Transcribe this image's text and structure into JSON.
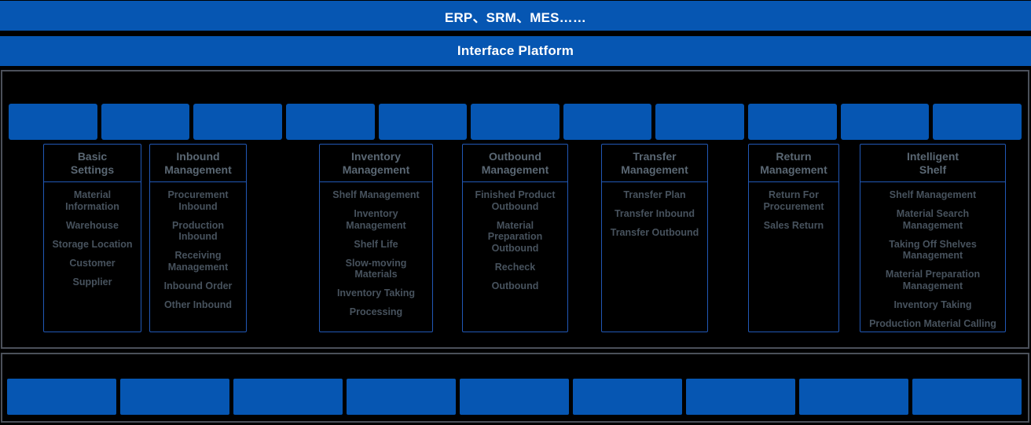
{
  "colors": {
    "background": "#000000",
    "box_blue": "#0656B2",
    "bar_text": "#FFFFFF",
    "card_border": "#2158B6",
    "panel_border": "#4B505A",
    "card_title_text": "#5A6773",
    "card_item_text": "#47525D"
  },
  "top_bars": {
    "external_systems": "ERP、SRM、MES……",
    "interface_platform": "Interface Platform"
  },
  "module_row": {
    "box_count": 11
  },
  "bottom_row": {
    "box_count": 9
  },
  "cards": [
    {
      "title": "Basic\nSettings",
      "items": [
        "Material\nInformation",
        "Warehouse",
        "Storage Location",
        "Customer",
        "Supplier"
      ]
    },
    {
      "title": "Inbound\nManagement",
      "items": [
        "Procurement\nInbound",
        "Production\nInbound",
        "Receiving\nManagement",
        "Inbound Order",
        "Other Inbound"
      ]
    },
    {
      "title": "Inventory\nManagement",
      "items": [
        "Shelf Management",
        "Inventory\nManagement",
        "Shelf Life",
        "Slow-moving\nMaterials",
        "Inventory Taking",
        "Processing"
      ]
    },
    {
      "title": "Outbound\nManagement",
      "items": [
        "Finished Product\nOutbound",
        "Material\nPreparation\nOutbound",
        "Recheck",
        "Outbound"
      ]
    },
    {
      "title": "Transfer\nManagement",
      "items": [
        "Transfer Plan",
        "Transfer Inbound",
        "Transfer Outbound"
      ]
    },
    {
      "title": "Return\nManagement",
      "items": [
        "Return For\nProcurement",
        "Sales Return"
      ]
    },
    {
      "title": "Intelligent\nShelf",
      "items": [
        "Shelf Management",
        "Material Search\nManagement",
        "Taking Off Shelves\nManagement",
        "Material Preparation\nManagement",
        "Inventory Taking",
        "Production Material Calling"
      ]
    }
  ]
}
